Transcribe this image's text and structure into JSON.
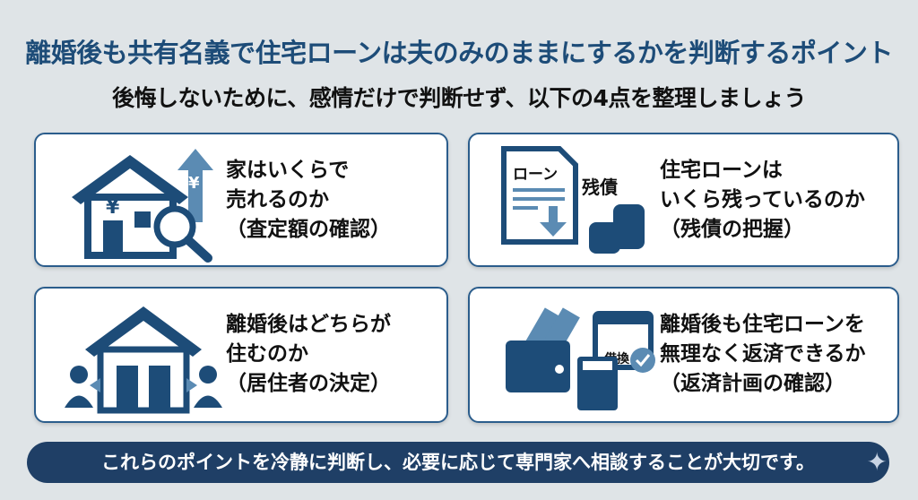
{
  "header": {
    "title": "離婚後も共有名義で住宅ローンは夫のみのままにするかを判断するポイント",
    "subtitle": "後悔しないために、感情だけで判断せず、以下の4点を整理しましょう"
  },
  "cards": [
    {
      "lines": [
        "家はいくらで",
        "売れるのか",
        "（査定額の確認）"
      ],
      "icon": "house-yen-magnifier-icon",
      "icon_text": "¥"
    },
    {
      "lines": [
        "住宅ローンは",
        "いくら残っているのか",
        "（残債の把握）"
      ],
      "icon": "loan-document-coins-icon",
      "icon_text": "ローン",
      "icon_text2": "残債"
    },
    {
      "lines": [
        "離婚後はどちらが",
        "住むのか",
        "（居住者の決定）"
      ],
      "icon": "house-two-people-icon"
    },
    {
      "lines": [
        "離婚後も住宅ローンを",
        "無理なく返済できるか",
        "（返済計画の確認）"
      ],
      "icon": "wallet-calendar-calculator-icon",
      "icon_text": "借換"
    }
  ],
  "footer": {
    "text": "これらのポイントを冷静に判断し、必要に応じて専門家へ相談することが大切です。"
  },
  "colors": {
    "accent": "#1d4c78",
    "border": "#2b5d8c",
    "footer": "#1f3f66",
    "background": "#dfe4e7"
  }
}
